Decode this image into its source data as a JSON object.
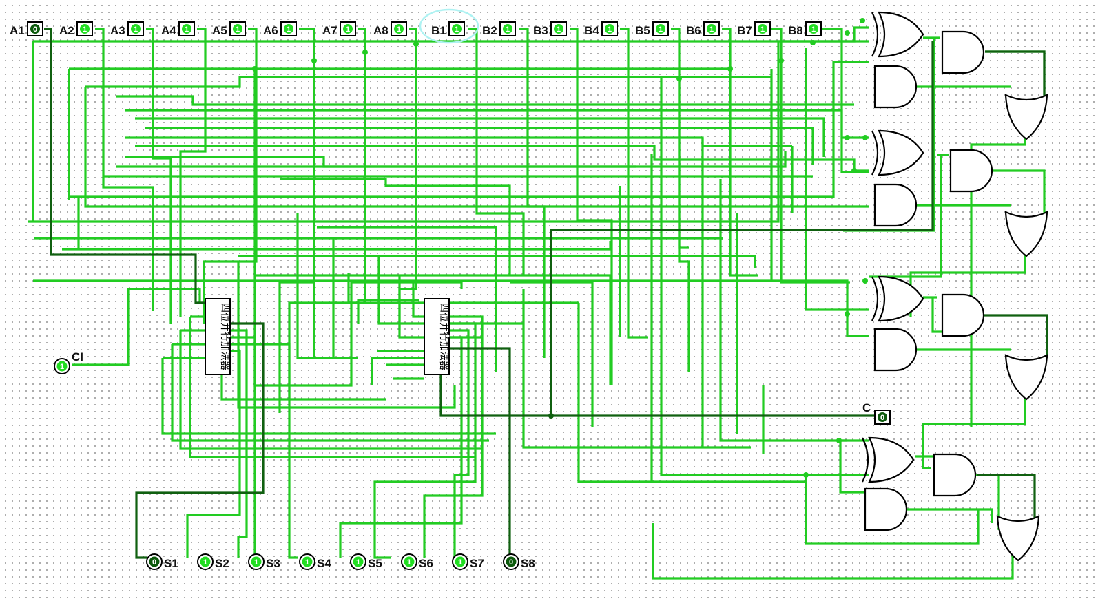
{
  "colors": {
    "wire_on": "#22cc22",
    "wire_off": "#106010",
    "pin_on_fill": "#22dd22",
    "pin_off_fill": "#0c5a0c",
    "gate_stroke": "#000000",
    "selection": "#aef2f2"
  },
  "inputs": [
    {
      "label": "A1",
      "value": "0"
    },
    {
      "label": "A2",
      "value": "1"
    },
    {
      "label": "A3",
      "value": "1"
    },
    {
      "label": "A4",
      "value": "1"
    },
    {
      "label": "A5",
      "value": "1"
    },
    {
      "label": "A6",
      "value": "1"
    },
    {
      "label": "A7",
      "value": "1"
    },
    {
      "label": "A8",
      "value": "1"
    },
    {
      "label": "B1",
      "value": "1"
    },
    {
      "label": "B2",
      "value": "1"
    },
    {
      "label": "B3",
      "value": "1"
    },
    {
      "label": "B4",
      "value": "1"
    },
    {
      "label": "B5",
      "value": "1"
    },
    {
      "label": "B6",
      "value": "1"
    },
    {
      "label": "B7",
      "value": "1"
    },
    {
      "label": "B8",
      "value": "1"
    }
  ],
  "carry_in": {
    "label": "CI",
    "value": "1"
  },
  "outputs": [
    {
      "label": "S1",
      "value": "0"
    },
    {
      "label": "S2",
      "value": "1"
    },
    {
      "label": "S3",
      "value": "1"
    },
    {
      "label": "S4",
      "value": "1"
    },
    {
      "label": "S5",
      "value": "1"
    },
    {
      "label": "S6",
      "value": "1"
    },
    {
      "label": "S7",
      "value": "1"
    },
    {
      "label": "S8",
      "value": "0"
    }
  ],
  "carry_out": {
    "label": "C",
    "value": "0"
  },
  "adder_label": "四位并行加法器",
  "gates": [
    {
      "type": "xor",
      "name": "xor-gate-1"
    },
    {
      "type": "and",
      "name": "and-gate-1a"
    },
    {
      "type": "and",
      "name": "and-gate-1b"
    },
    {
      "type": "or",
      "name": "or-gate-1"
    },
    {
      "type": "xor",
      "name": "xor-gate-2"
    },
    {
      "type": "and",
      "name": "and-gate-2a"
    },
    {
      "type": "and",
      "name": "and-gate-2b"
    },
    {
      "type": "or",
      "name": "or-gate-2"
    },
    {
      "type": "xor",
      "name": "xor-gate-3"
    },
    {
      "type": "and",
      "name": "and-gate-3a"
    },
    {
      "type": "and",
      "name": "and-gate-3b"
    },
    {
      "type": "or",
      "name": "or-gate-3"
    },
    {
      "type": "xor",
      "name": "xor-gate-4"
    },
    {
      "type": "and",
      "name": "and-gate-4a"
    },
    {
      "type": "and",
      "name": "and-gate-4b"
    },
    {
      "type": "or",
      "name": "or-gate-4"
    }
  ]
}
